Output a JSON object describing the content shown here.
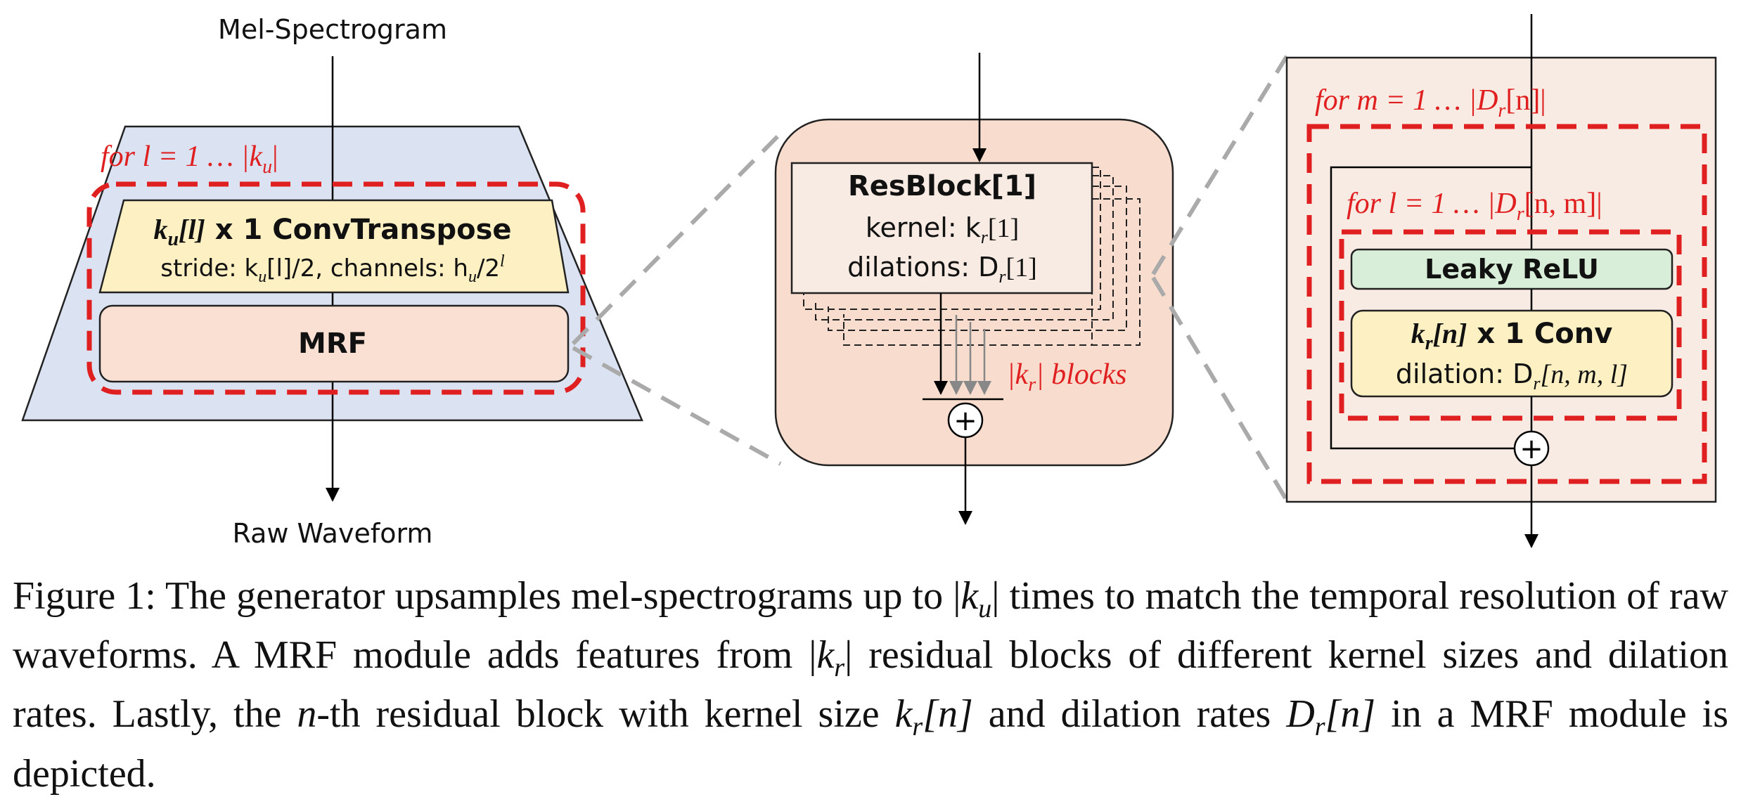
{
  "figure": {
    "input_label": "Mel-Spectrogram",
    "output_label": "Raw Waveform",
    "generator": {
      "loop_label": "for  l = 1 … |k",
      "loop_sub": "u",
      "loop_close": "|",
      "conv_title_pre": "k",
      "conv_title_sub": "u",
      "conv_title_mid": "[l]",
      "conv_title_post": " x 1  ConvTranspose",
      "conv_detail": "stride: k",
      "conv_detail_sub": "u",
      "conv_detail_mid": "[l]/2, channels: h",
      "conv_detail_sub2": "u",
      "conv_detail_end": "/2",
      "conv_detail_sup": "l",
      "mrf_label": "MRF"
    },
    "mrf": {
      "resblock_title": "ResBlock[1]",
      "kernel_label": "kernel: k",
      "kernel_sub": "r",
      "kernel_idx": "[1]",
      "dilation_label": "dilations: D",
      "dilation_sub": "r",
      "dilation_idx": "[1]",
      "blocks_pre": "|k",
      "blocks_sub": "r",
      "blocks_post": "| blocks",
      "plus": "+"
    },
    "resblock": {
      "outer_loop": "for  m = 1 … |D",
      "outer_sub": "r",
      "outer_idx": "[n]|",
      "inner_loop": "for  l = 1 … |D",
      "inner_sub": "r",
      "inner_idx": "[n, m]|",
      "activation_label": "Leaky ReLU",
      "conv_pre": "k",
      "conv_sub": "r",
      "conv_mid": "[n]",
      "conv_post": " x 1  Conv",
      "conv_detail": "dilation: D",
      "conv_detail_sub": "r",
      "conv_detail_idx": "[n, m, l]",
      "plus": "+"
    }
  },
  "caption": {
    "text": "Figure 1: The generator upsamples mel-spectrograms up to |k_u| times to match the temporal resolution of raw waveforms. A MRF module adds features from |k_r| residual blocks of different kernel sizes and dilation rates. Lastly, the n-th residual block with kernel size k_r[n] and dilation rates D_r[n] in a MRF module is depicted.",
    "p1": "Figure 1: The generator upsamples mel-spectrograms up to |",
    "p1_k": "k",
    "p1_sub": "u",
    "p2": "| times to match the temporal resolution of raw waveforms. A MRF module adds features from |",
    "p2_k": "k",
    "p2_sub": "r",
    "p3": "| residual blocks of different kernel sizes and dilation rates. Lastly, the ",
    "p3_n": "n",
    "p4": "-th residual block with kernel size ",
    "p4_k": "k",
    "p4_sub": "r",
    "p4_idx": "[n]",
    "p5": " and dilation rates ",
    "p5_d": "D",
    "p5_sub": "r",
    "p5_idx": "[n]",
    "p6": " in a MRF module is depicted."
  },
  "colors": {
    "generator_fill": "#dbe3f3",
    "conv_fill": "#fdf0c2",
    "mrf_fill": "#f9e0d2",
    "mrf_panel_fill": "#f8dccd",
    "res_panel_fill": "#f8ebe3",
    "relu_fill": "#d9eed8",
    "loop_dash": "#e02020",
    "zoom_dash": "#aaaaaa"
  }
}
